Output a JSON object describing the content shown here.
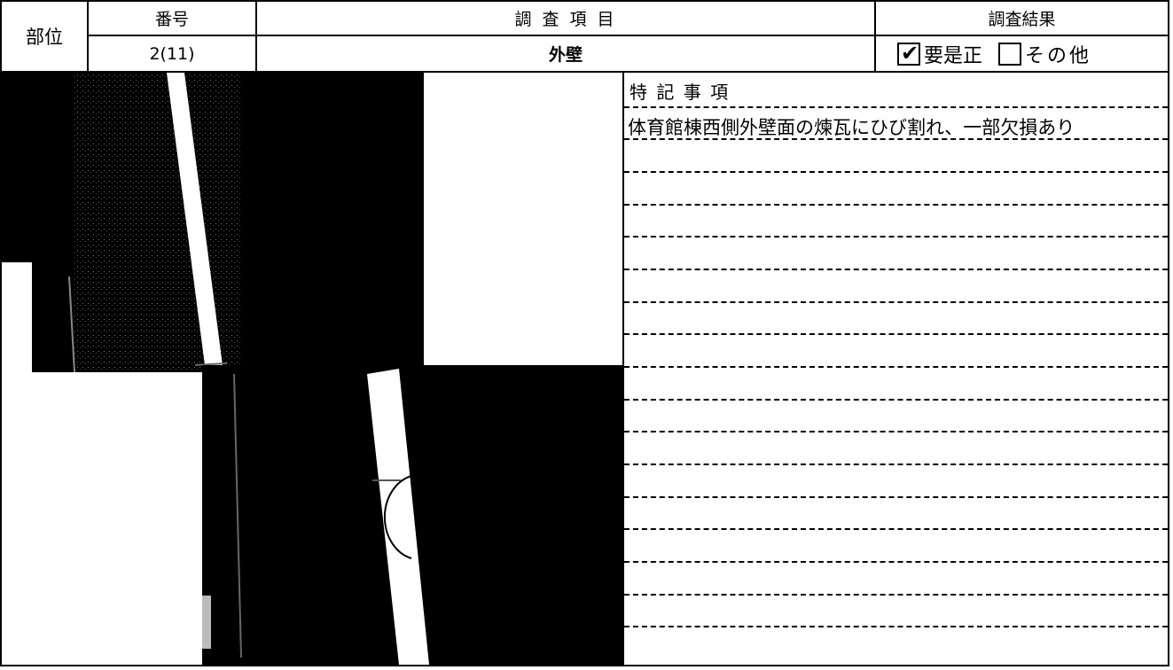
{
  "header": {
    "part_label": "部位",
    "number_label": "番号",
    "item_label": "調 査 項 目",
    "result_label": "調査結果",
    "number_value": "2(11)",
    "item_value": "外壁",
    "result_options": [
      {
        "label": "要是正",
        "checked": true
      },
      {
        "label": "その他",
        "checked": false
      }
    ]
  },
  "notes": {
    "title": "特 記 事 項",
    "text": "体育館棟西側外壁面の煉瓦にひび割れ、一部欠損あり"
  }
}
